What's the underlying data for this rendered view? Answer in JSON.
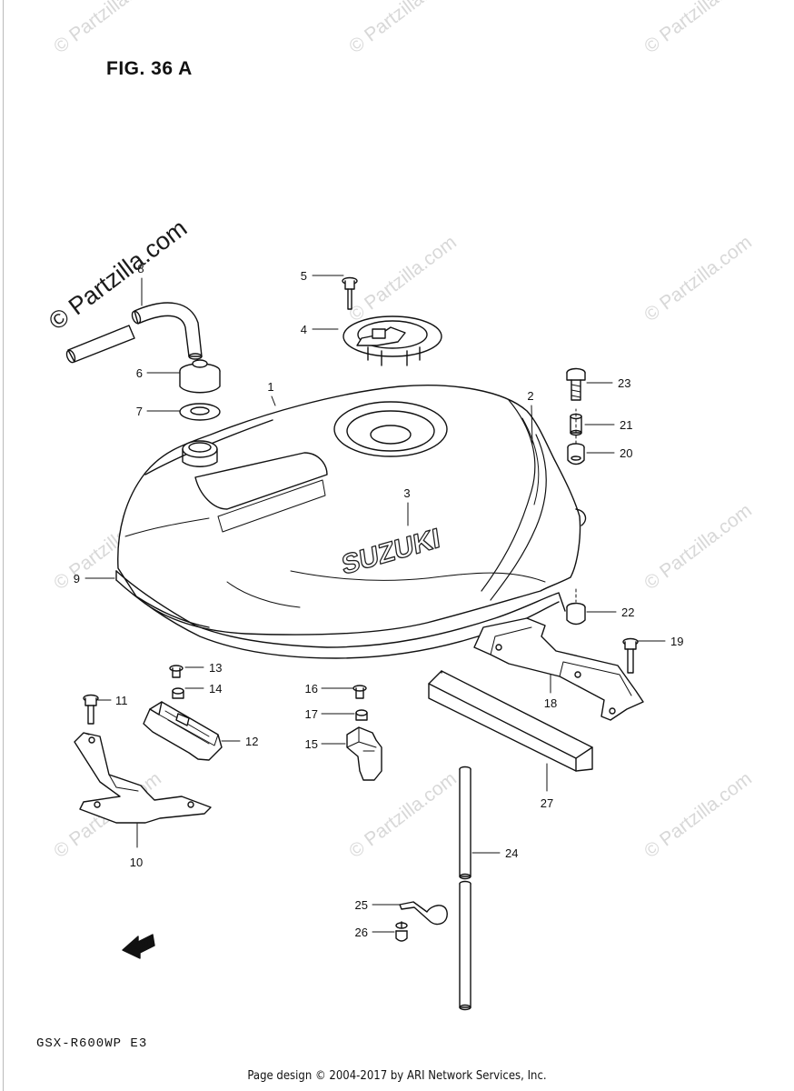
{
  "figure_title": "FIG. 36 A",
  "model_code": "GSX-R600WP  E3",
  "footer": "Page design © 2004-2017 by ARI Network Services, Inc.",
  "brand_logo": "SUZUKI",
  "fwd_label": "FWD",
  "watermark": "© Partzilla.com",
  "callouts": [
    "1",
    "2",
    "3",
    "4",
    "5",
    "6",
    "7",
    "8",
    "9",
    "10",
    "11",
    "12",
    "13",
    "14",
    "15",
    "16",
    "17",
    "18",
    "19",
    "20",
    "21",
    "22",
    "23",
    "24",
    "25",
    "26",
    "27"
  ]
}
